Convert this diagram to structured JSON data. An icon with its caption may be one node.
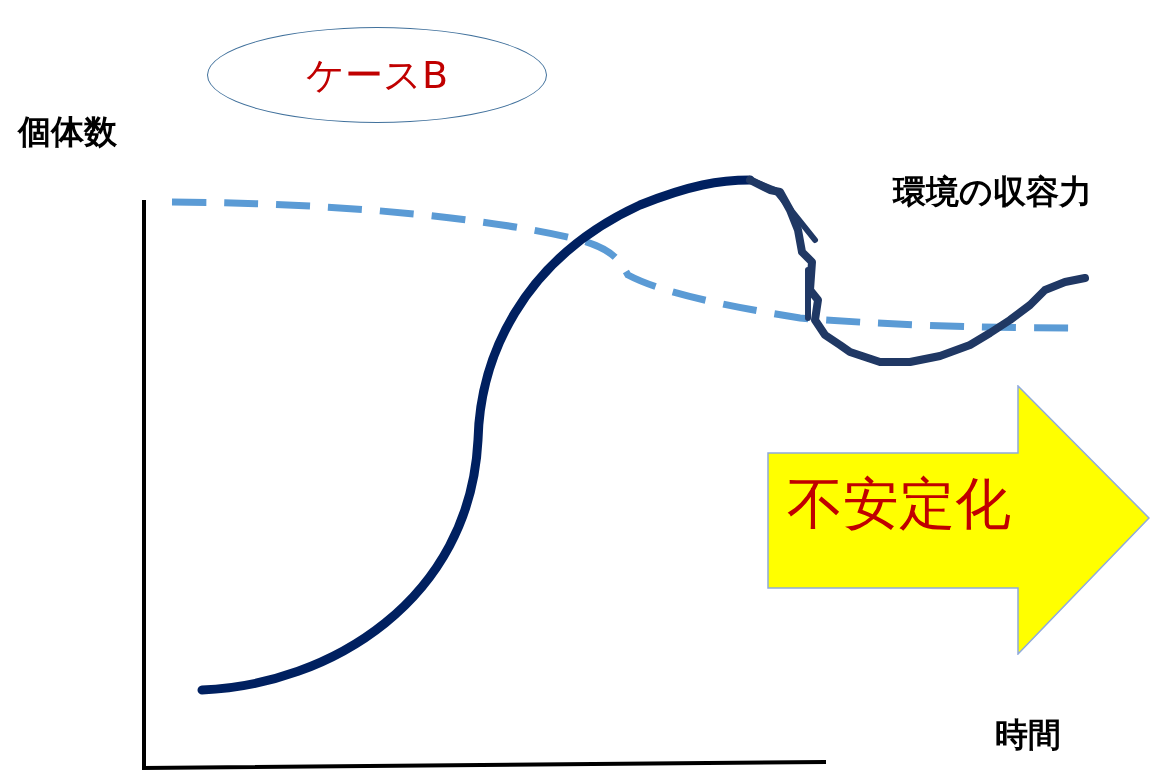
{
  "diagram": {
    "nodes": [
      {
        "text": [
          "ケースB"
        ]
      },
      {
        "text": [
          "不安定化"
        ]
      }
    ],
    "labels": [
      "個体数",
      "環境の収容力",
      "時間"
    ]
  }
}
